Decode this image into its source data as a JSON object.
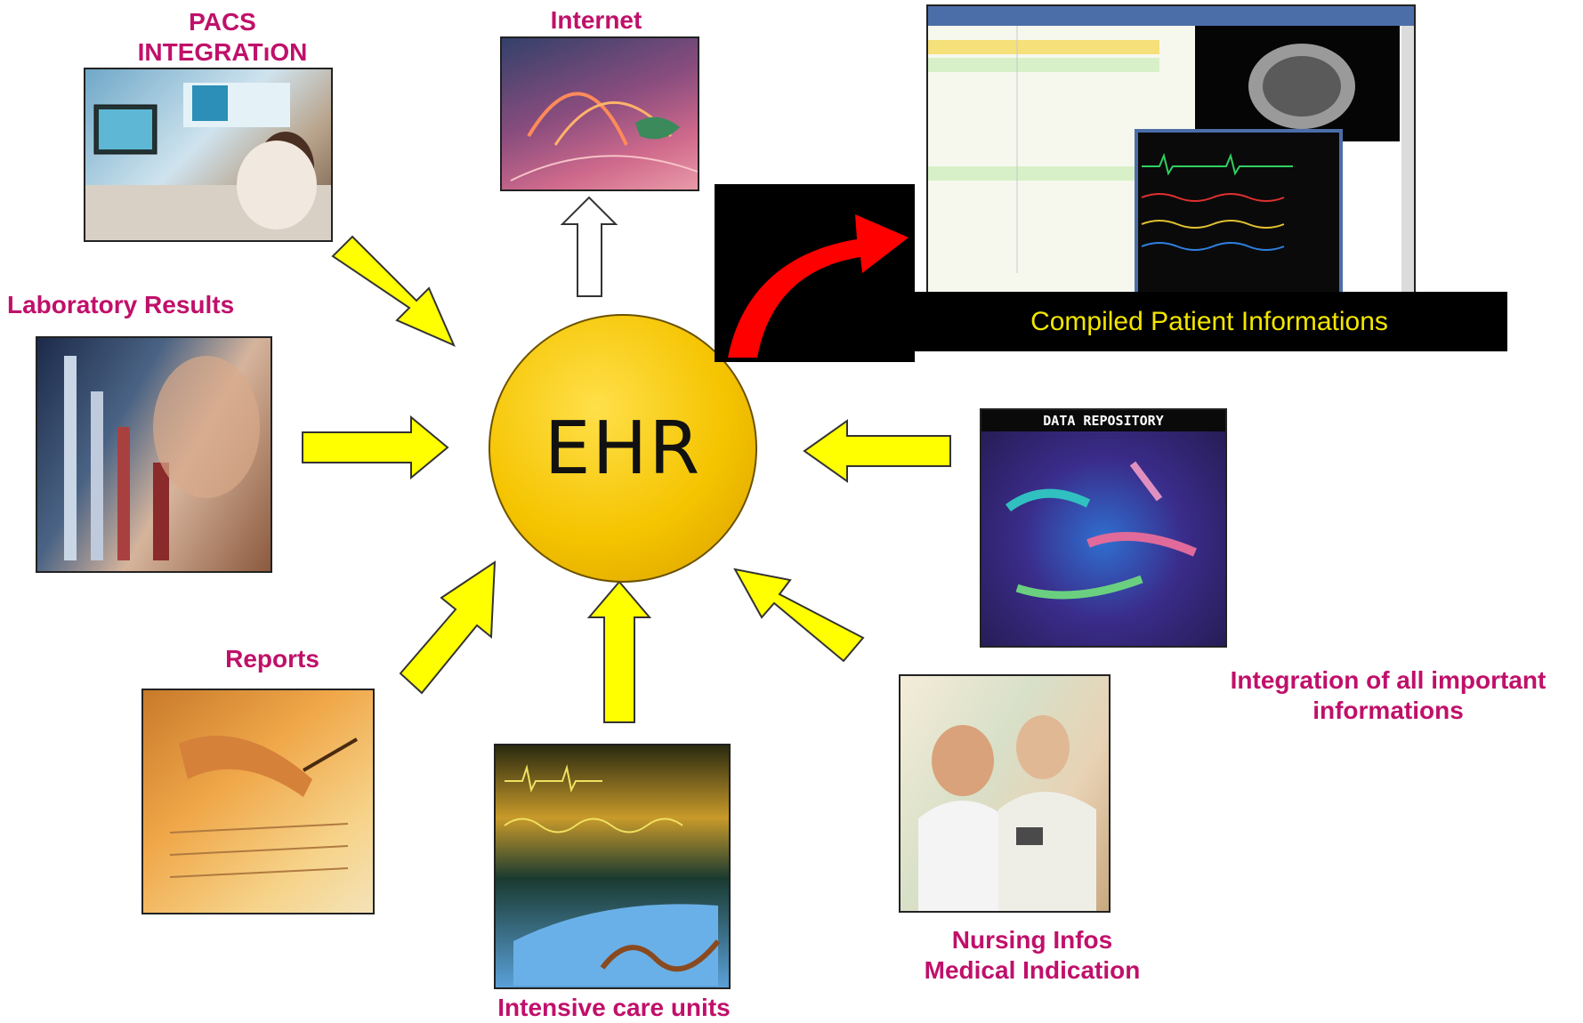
{
  "center": {
    "label": "EHR"
  },
  "nodes": {
    "pacs": {
      "label_line1": "PACS",
      "label_line2": "INTEGRATıON"
    },
    "internet": {
      "label": "Internet"
    },
    "lab": {
      "label": "Laboratory Results"
    },
    "reports": {
      "label": "Reports"
    },
    "icu": {
      "label": "Intensive care units"
    },
    "nursing": {
      "label_line1": "Nursing Infos",
      "label_line2": "Medical Indication"
    },
    "integration": {
      "label_line1": "Integration of all important",
      "label_line2": "informations"
    },
    "compiled": {
      "label": "Compiled Patient Informations"
    },
    "repository": {
      "title": "DATA REPOSITORY"
    }
  },
  "colors": {
    "label": "#c0106a",
    "arrow_fill": "#ffff00",
    "hub": "#f5c400",
    "banner_text": "#f3e600",
    "curved_arrow": "#ff0000"
  }
}
